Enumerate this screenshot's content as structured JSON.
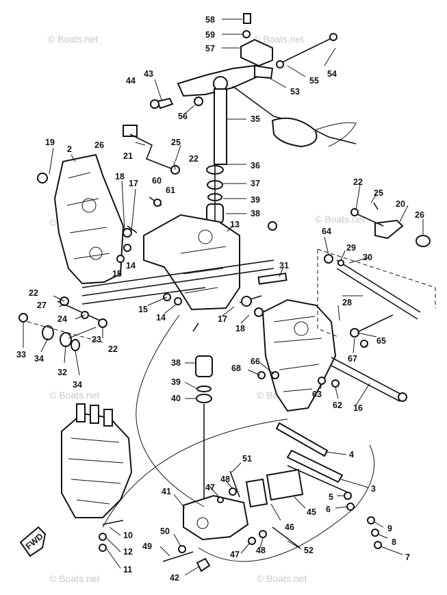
{
  "watermark": "© Boats.net",
  "fwd_label": "FWD",
  "callouts": [
    "58",
    "59",
    "57",
    "54",
    "55",
    "53",
    "43",
    "44",
    "56",
    "35",
    "19",
    "2",
    "26",
    "21",
    "25",
    "22",
    "36",
    "37",
    "39",
    "38",
    "18",
    "17",
    "60",
    "61",
    "13",
    "22",
    "25",
    "20",
    "26",
    "64",
    "29",
    "30",
    "15",
    "14",
    "31",
    "28",
    "22",
    "27",
    "24",
    "33",
    "34",
    "32",
    "23",
    "22",
    "34",
    "15",
    "14",
    "17",
    "18",
    "66",
    "65",
    "67",
    "68",
    "63",
    "62",
    "16",
    "38",
    "39",
    "40",
    "4",
    "51",
    "48",
    "47",
    "3",
    "5",
    "6",
    "41",
    "45",
    "46",
    "9",
    "8",
    "7",
    "10",
    "50",
    "12",
    "49",
    "11",
    "47",
    "48",
    "52",
    "42"
  ]
}
